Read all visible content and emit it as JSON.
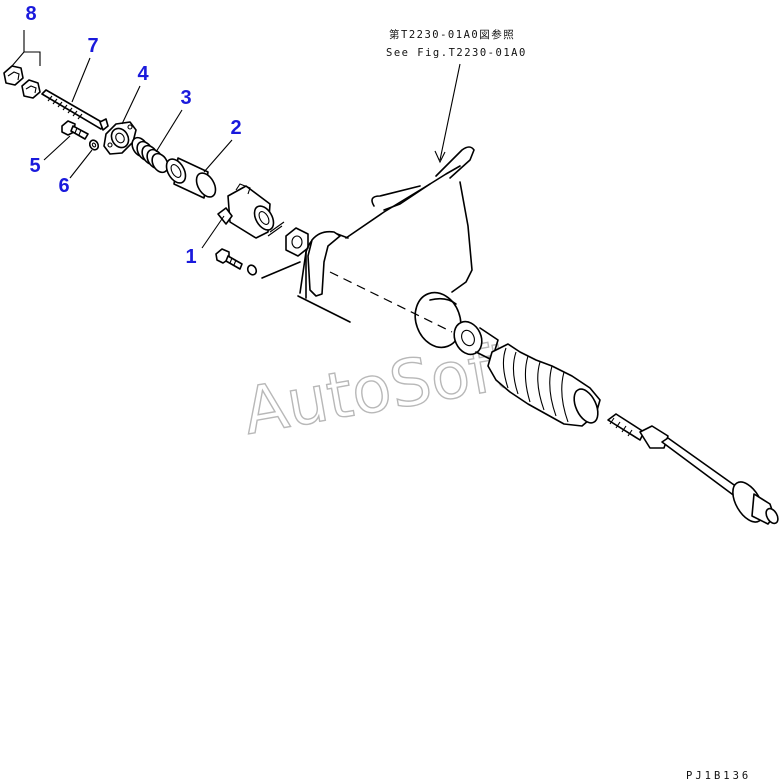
{
  "reference_note": {
    "line1": "第T2230-01A0図参照",
    "line2": "See Fig.T2230-01A0"
  },
  "watermark": "AutoSoft",
  "drawing_code": "PJ1B136",
  "callouts": [
    {
      "id": "1",
      "label": "1"
    },
    {
      "id": "2",
      "label": "2"
    },
    {
      "id": "3",
      "label": "3"
    },
    {
      "id": "4",
      "label": "4"
    },
    {
      "id": "5",
      "label": "5"
    },
    {
      "id": "6",
      "label": "6"
    },
    {
      "id": "7",
      "label": "7"
    },
    {
      "id": "8",
      "label": "8"
    }
  ],
  "colors": {
    "callout": "#1a1adc",
    "line": "#000000",
    "watermark": "#b8b8b8",
    "background": "#ffffff"
  }
}
